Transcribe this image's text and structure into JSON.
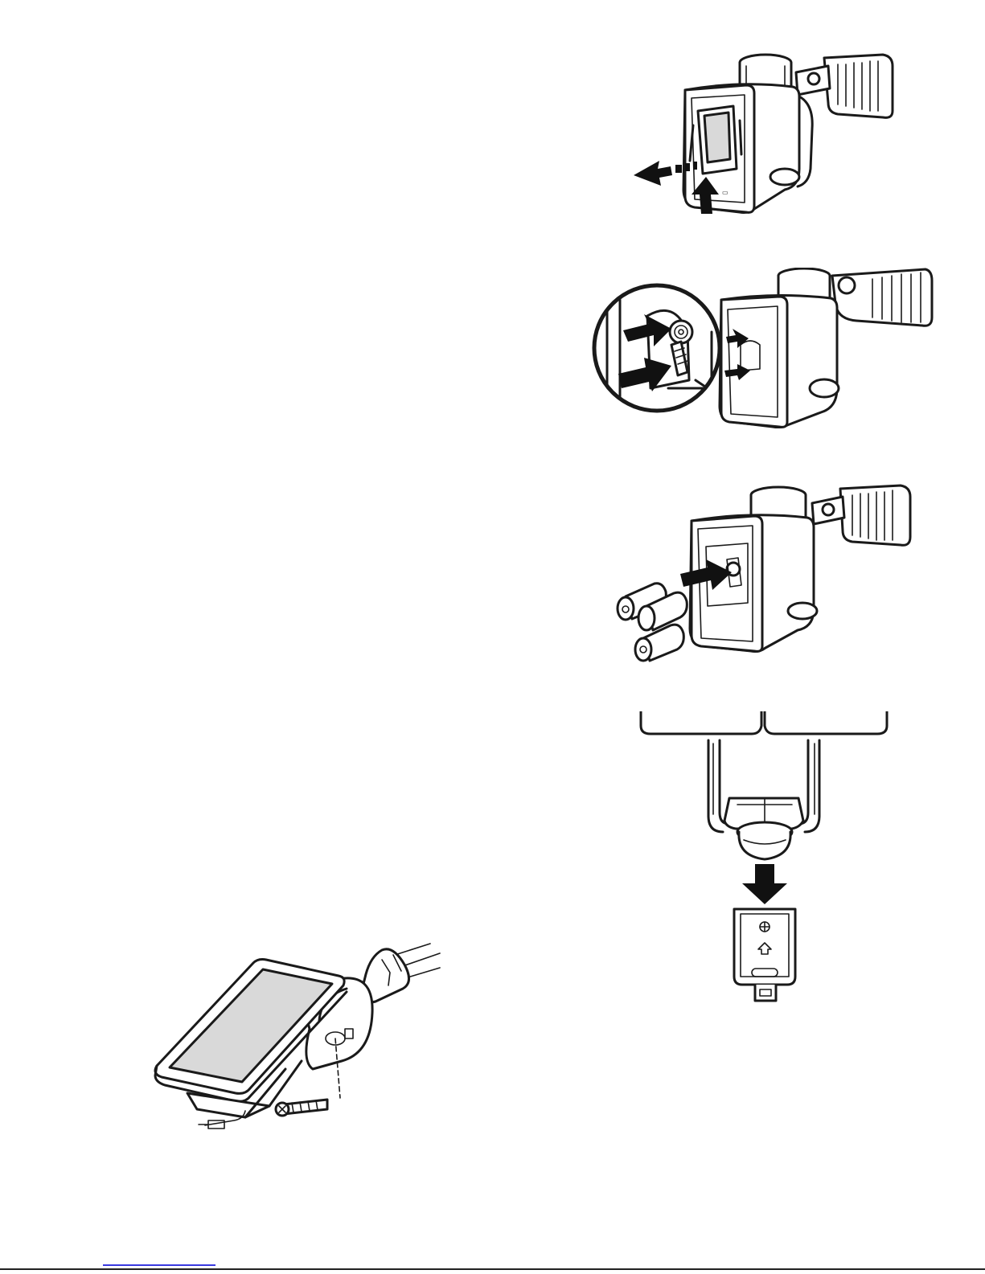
{
  "page": {
    "figures": [
      {
        "id": "fig-remove-battery-cover",
        "icon": "battery-cover-release-illustration"
      },
      {
        "id": "fig-battery-terminals",
        "icon": "battery-terminal-closeup-illustration"
      },
      {
        "id": "fig-insert-batteries",
        "icon": "insert-batteries-illustration"
      },
      {
        "id": "fig-wall-bracket",
        "icon": "wall-mount-bracket-illustration"
      },
      {
        "id": "fig-solar-panel",
        "icon": "solar-panel-mounting-illustration"
      }
    ]
  }
}
